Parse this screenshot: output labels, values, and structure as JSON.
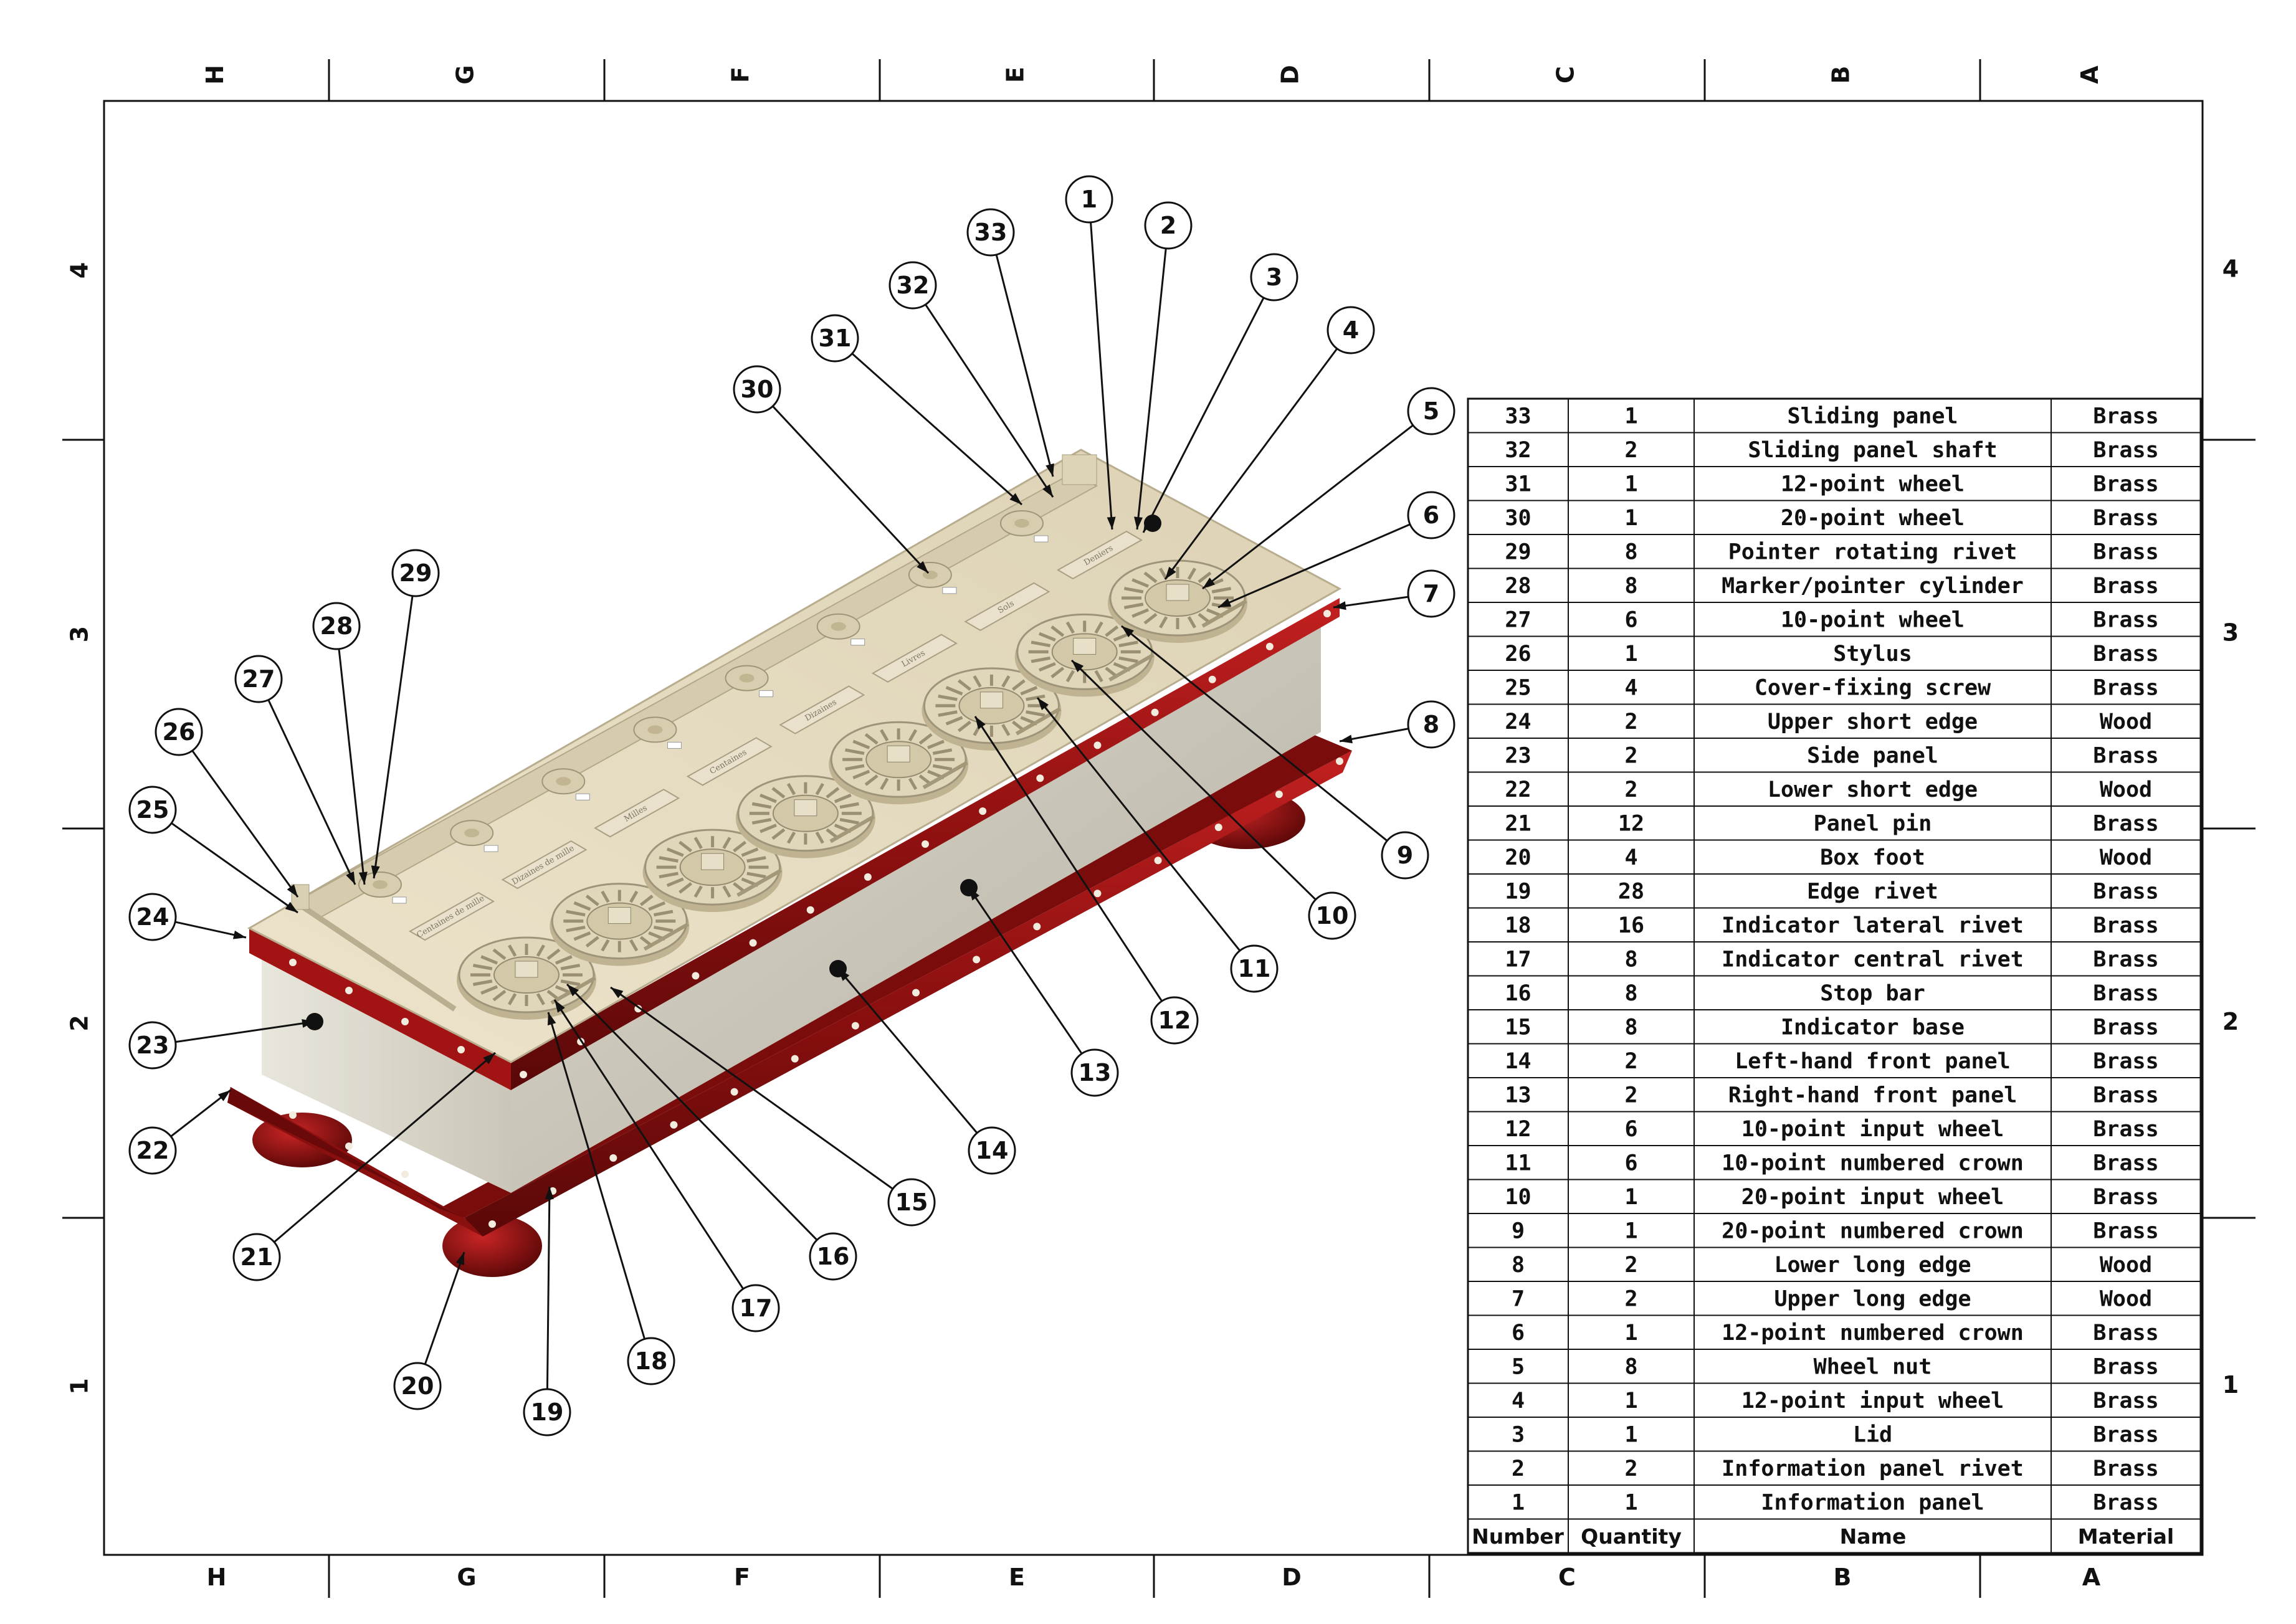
{
  "frame": {
    "top_letters": [
      "H",
      "G",
      "F",
      "E",
      "D",
      "C",
      "B",
      "A"
    ],
    "bottom_letters": [
      "H",
      "G",
      "F",
      "E",
      "D",
      "C",
      "B",
      "A"
    ],
    "left_numbers": [
      "4",
      "3",
      "2",
      "1"
    ],
    "right_numbers": [
      "4",
      "3",
      "2",
      "1"
    ]
  },
  "callouts": [
    "1",
    "2",
    "3",
    "4",
    "5",
    "6",
    "7",
    "8",
    "9",
    "10",
    "11",
    "12",
    "13",
    "14",
    "15",
    "16",
    "17",
    "18",
    "19",
    "20",
    "21",
    "22",
    "23",
    "24",
    "25",
    "26",
    "27",
    "28",
    "29",
    "30",
    "31",
    "32",
    "33"
  ],
  "lid_panels": [
    "Deniers",
    "Sols",
    "Livres",
    "Dizaines",
    "Centaines",
    "Milles",
    "Dizaines de mille",
    "Centaines de mille"
  ],
  "bom": {
    "headers": {
      "number": "Number",
      "quantity": "Quantity",
      "name": "Name",
      "material": "Material"
    },
    "rows": [
      {
        "number": "33",
        "quantity": "1",
        "name": "Sliding panel",
        "material": "Brass"
      },
      {
        "number": "32",
        "quantity": "2",
        "name": "Sliding panel shaft",
        "material": "Brass"
      },
      {
        "number": "31",
        "quantity": "1",
        "name": "12-point wheel",
        "material": "Brass"
      },
      {
        "number": "30",
        "quantity": "1",
        "name": "20-point wheel",
        "material": "Brass"
      },
      {
        "number": "29",
        "quantity": "8",
        "name": "Pointer rotating rivet",
        "material": "Brass"
      },
      {
        "number": "28",
        "quantity": "8",
        "name": "Marker/pointer cylinder",
        "material": "Brass"
      },
      {
        "number": "27",
        "quantity": "6",
        "name": "10-point wheel",
        "material": "Brass"
      },
      {
        "number": "26",
        "quantity": "1",
        "name": "Stylus",
        "material": "Brass"
      },
      {
        "number": "25",
        "quantity": "4",
        "name": "Cover-fixing screw",
        "material": "Brass"
      },
      {
        "number": "24",
        "quantity": "2",
        "name": "Upper short edge",
        "material": "Wood"
      },
      {
        "number": "23",
        "quantity": "2",
        "name": "Side panel",
        "material": "Brass"
      },
      {
        "number": "22",
        "quantity": "2",
        "name": "Lower short edge",
        "material": "Wood"
      },
      {
        "number": "21",
        "quantity": "12",
        "name": "Panel pin",
        "material": "Brass"
      },
      {
        "number": "20",
        "quantity": "4",
        "name": "Box foot",
        "material": "Wood"
      },
      {
        "number": "19",
        "quantity": "28",
        "name": "Edge rivet",
        "material": "Brass"
      },
      {
        "number": "18",
        "quantity": "16",
        "name": "Indicator lateral rivet",
        "material": "Brass"
      },
      {
        "number": "17",
        "quantity": "8",
        "name": "Indicator central rivet",
        "material": "Brass"
      },
      {
        "number": "16",
        "quantity": "8",
        "name": "Stop bar",
        "material": "Brass"
      },
      {
        "number": "15",
        "quantity": "8",
        "name": "Indicator base",
        "material": "Brass"
      },
      {
        "number": "14",
        "quantity": "2",
        "name": "Left-hand front panel",
        "material": "Brass"
      },
      {
        "number": "13",
        "quantity": "2",
        "name": "Right-hand front panel",
        "material": "Brass"
      },
      {
        "number": "12",
        "quantity": "6",
        "name": "10-point input wheel",
        "material": "Brass"
      },
      {
        "number": "11",
        "quantity": "6",
        "name": "10-point numbered crown",
        "material": "Brass"
      },
      {
        "number": "10",
        "quantity": "1",
        "name": "20-point input wheel",
        "material": "Brass"
      },
      {
        "number": "9",
        "quantity": "1",
        "name": "20-point numbered crown",
        "material": "Brass"
      },
      {
        "number": "8",
        "quantity": "2",
        "name": "Lower long edge",
        "material": "Wood"
      },
      {
        "number": "7",
        "quantity": "2",
        "name": "Upper long edge",
        "material": "Wood"
      },
      {
        "number": "6",
        "quantity": "1",
        "name": "12-point numbered crown",
        "material": "Brass"
      },
      {
        "number": "5",
        "quantity": "8",
        "name": "Wheel nut",
        "material": "Brass"
      },
      {
        "number": "4",
        "quantity": "1",
        "name": "12-point input wheel",
        "material": "Brass"
      },
      {
        "number": "3",
        "quantity": "1",
        "name": "Lid",
        "material": "Brass"
      },
      {
        "number": "2",
        "quantity": "2",
        "name": "Information panel rivet",
        "material": "Brass"
      },
      {
        "number": "1",
        "quantity": "1",
        "name": "Information panel",
        "material": "Brass"
      }
    ]
  },
  "colors": {
    "lid": "#e6dcc3",
    "lid_dark": "#cfc3a4",
    "side": "#cdc9bc",
    "side_dark": "#a9a597",
    "wood": "#9d1515",
    "wood_dark": "#5e0a0a",
    "line": "#111111"
  }
}
